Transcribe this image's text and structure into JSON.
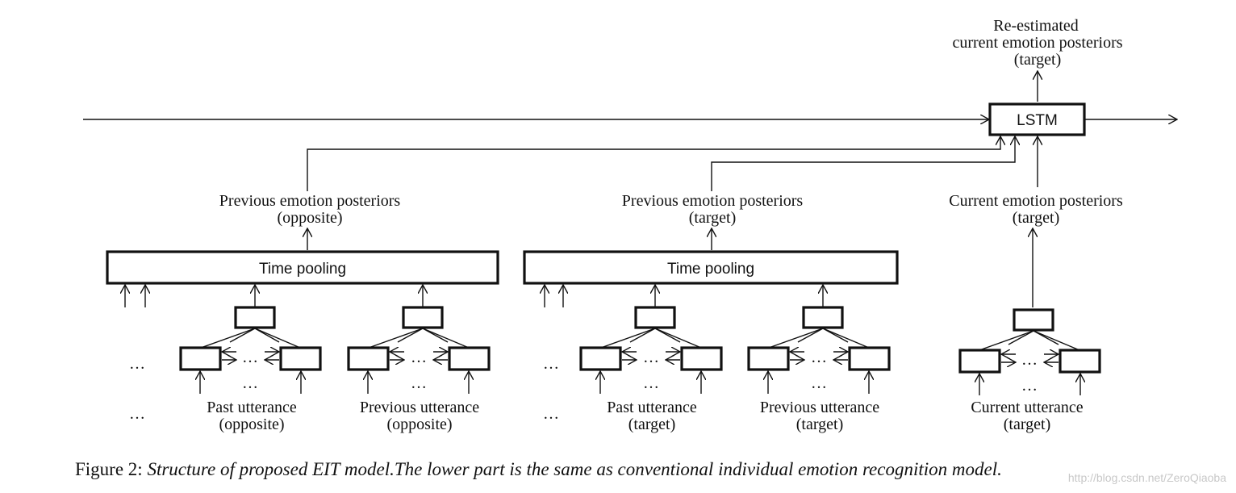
{
  "output": {
    "line1": "Re-estimated",
    "line2": "current emotion posteriors",
    "line3": "(target)"
  },
  "lstm": {
    "label": "LSTM"
  },
  "groups": [
    {
      "id": "opposite",
      "posterior": {
        "line1": "Previous emotion posteriors",
        "line2": "(opposite)"
      },
      "pool_label": "Time pooling",
      "utterances": [
        {
          "line1": "Past utterance",
          "line2": "(opposite)"
        },
        {
          "line1": "Previous utterance",
          "line2": "(opposite)"
        }
      ]
    },
    {
      "id": "target-prev",
      "posterior": {
        "line1": "Previous emotion posteriors",
        "line2": "(target)"
      },
      "pool_label": "Time pooling",
      "utterances": [
        {
          "line1": "Past utterance",
          "line2": "(target)"
        },
        {
          "line1": "Previous utterance",
          "line2": "(target)"
        }
      ]
    }
  ],
  "current": {
    "posterior": {
      "line1": "Current emotion posteriors",
      "line2": "(target)"
    },
    "utterance": {
      "line1": "Current utterance",
      "line2": "(target)"
    }
  },
  "ellipsis": "…",
  "caption": {
    "prefix": "Figure 2: ",
    "text": "Structure of proposed EIT model.The lower part is the same as conventional individual emotion recognition model."
  },
  "watermark": "http://blog.csdn.net/ZeroQiaoba"
}
